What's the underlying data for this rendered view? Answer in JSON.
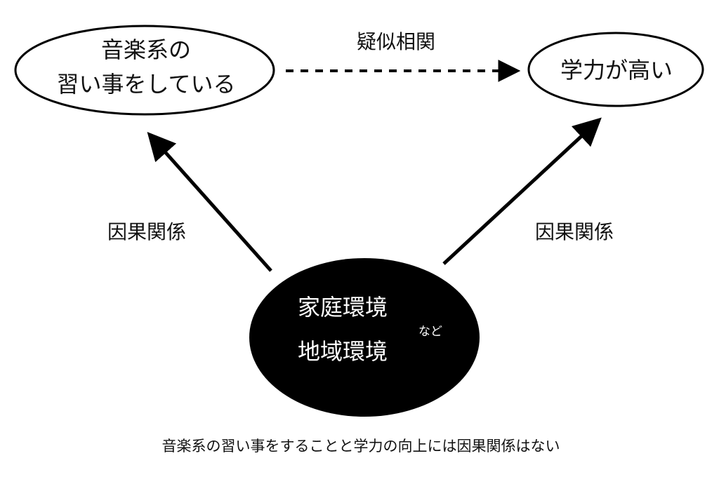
{
  "nodes": {
    "music": {
      "line1": "音楽系の",
      "line2": "習い事をしている"
    },
    "academic": {
      "label": "学力が高い"
    },
    "confounder": {
      "line1": "家庭環境",
      "line2": "地域環境",
      "suffix": "など"
    }
  },
  "edges": {
    "spurious": {
      "label": "疑似相関"
    },
    "causal_left": {
      "label": "因果関係"
    },
    "causal_right": {
      "label": "因果関係"
    }
  },
  "caption": "音楽系の習い事をすることと学力の向上には因果関係はない",
  "colors": {
    "stroke": "#000000",
    "confounder_fill": "#000000",
    "text": "#111111",
    "inverse_text": "#ffffff"
  }
}
